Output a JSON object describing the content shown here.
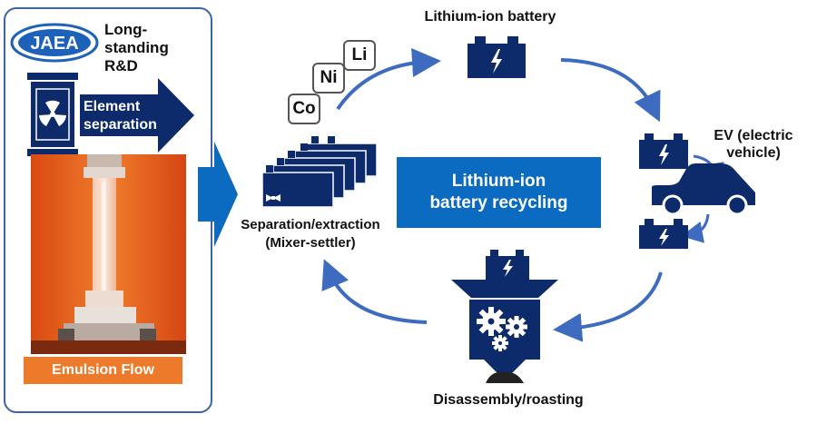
{
  "left_panel": {
    "logo": "JAEA",
    "logo_caption": "Long-standing R&D",
    "element_separation": "Element separation",
    "emulsion_flow": "Emulsion Flow"
  },
  "elements": [
    "Co",
    "Ni",
    "Li"
  ],
  "nodes": {
    "battery": "Lithium-ion battery",
    "ev": "EV (electric vehicle)",
    "disassembly": "Disassembly/roasting",
    "separation": "Separation/extraction (Mixer-settler)"
  },
  "center": "Lithium-ion battery recycling",
  "colors": {
    "navy": "#0d2a6b",
    "blue": "#0a6bc0",
    "arrow": "#3d6bc0",
    "orange": "#ec7a2a"
  },
  "icons": [
    "radiation-drum-icon",
    "battery-icon",
    "ev-car-icon",
    "crusher-icon",
    "mixer-settler-icon",
    "gear-icon"
  ]
}
